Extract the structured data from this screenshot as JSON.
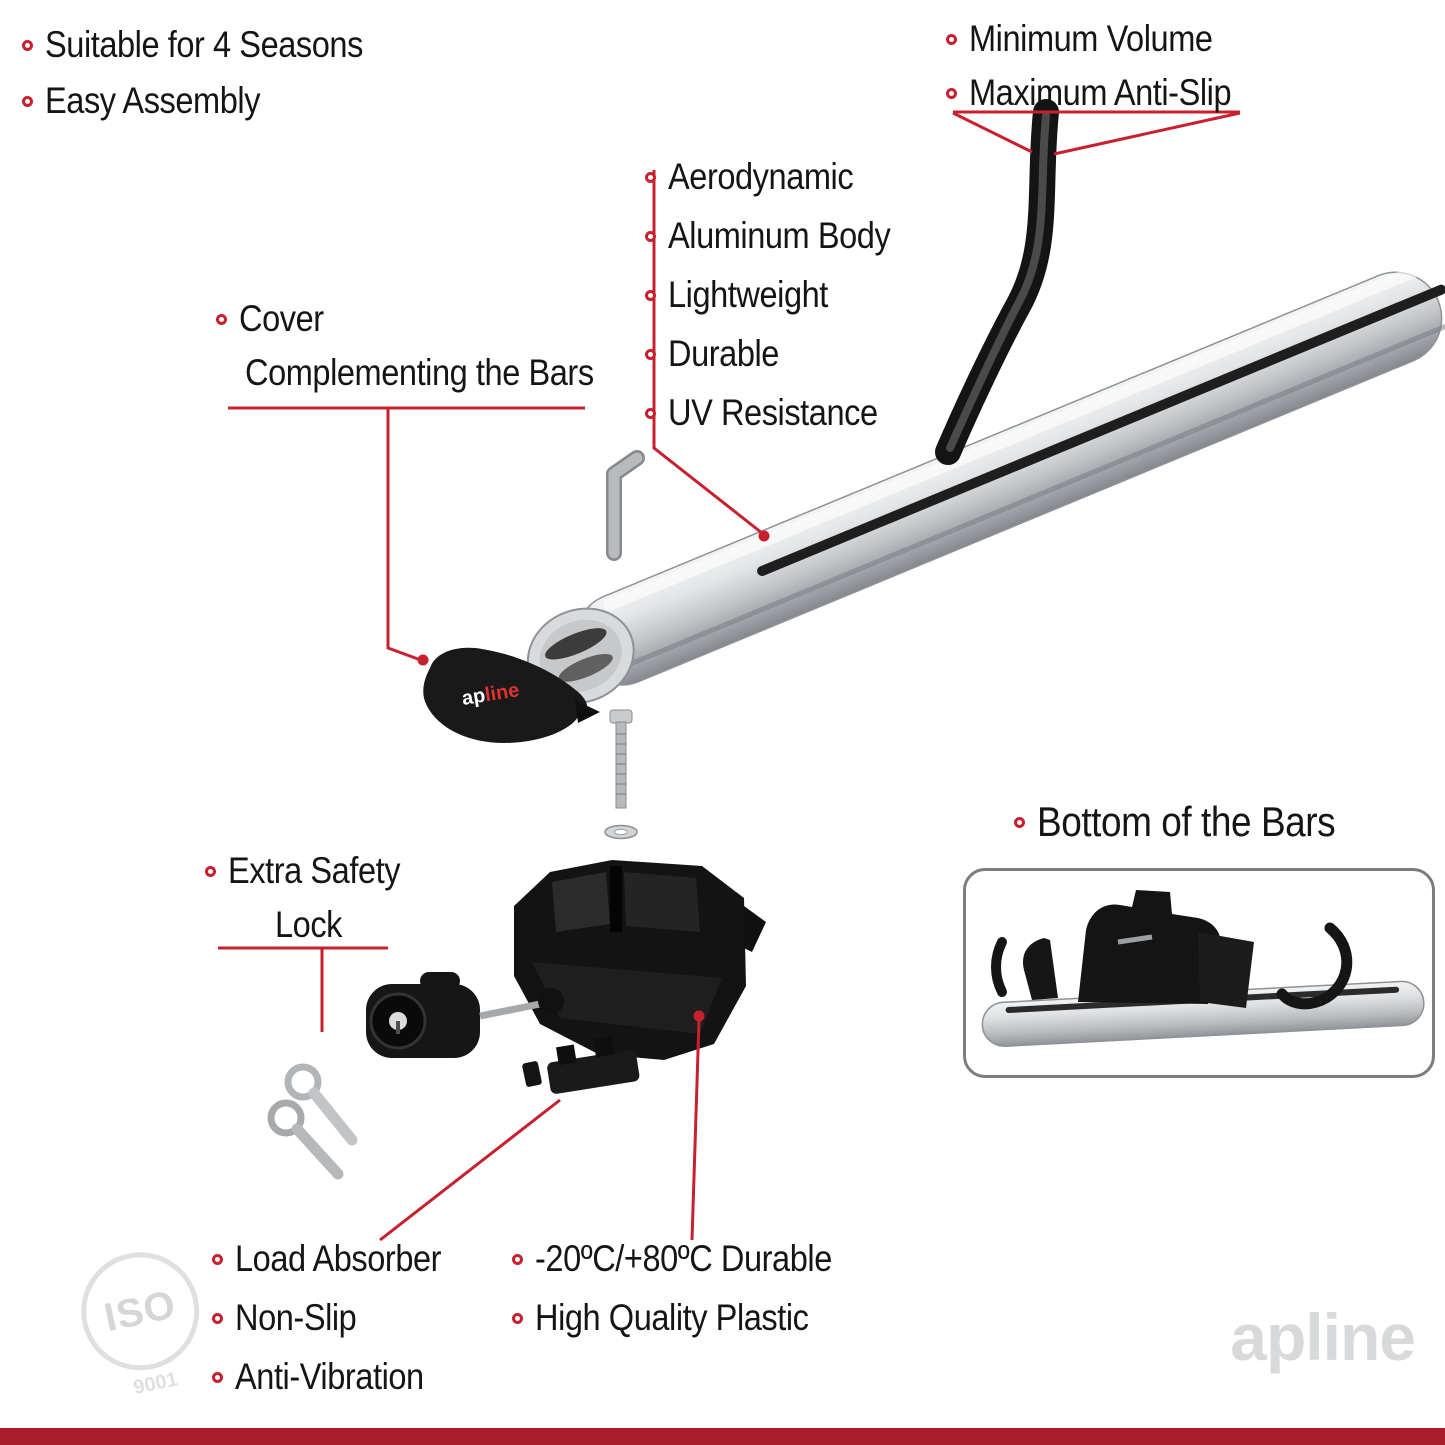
{
  "colors": {
    "accent": "#c8202f",
    "footer": "#a91d28",
    "watermark": "#d8d9da"
  },
  "top_left": {
    "items": [
      "Suitable for 4 Seasons",
      "Easy Assembly"
    ]
  },
  "top_right": {
    "items": [
      "Minimum Volume",
      "Maximum Anti-Slip"
    ]
  },
  "center_features": {
    "items": [
      "Aerodynamic",
      "Aluminum Body",
      "Lightweight",
      "Durable",
      "UV Resistance"
    ]
  },
  "cover_label": {
    "line1": "Cover",
    "line2": "Complementing the Bars"
  },
  "lock_label": {
    "line1": "Extra Safety",
    "line2": "Lock"
  },
  "bottom_bars": {
    "label": "Bottom of the Bars"
  },
  "bottom_left": {
    "items": [
      "Load Absorber",
      "Non-Slip",
      "Anti-Vibration"
    ]
  },
  "bottom_mid": {
    "items": [
      "-20ºC/+80ºC Durable",
      "High Quality Plastic"
    ]
  },
  "brand": {
    "cover_logo_ap": "ap",
    "cover_logo_line": "line",
    "watermark": "apline"
  },
  "iso_stamp": {
    "line1": "ISO",
    "line2": "9001"
  }
}
